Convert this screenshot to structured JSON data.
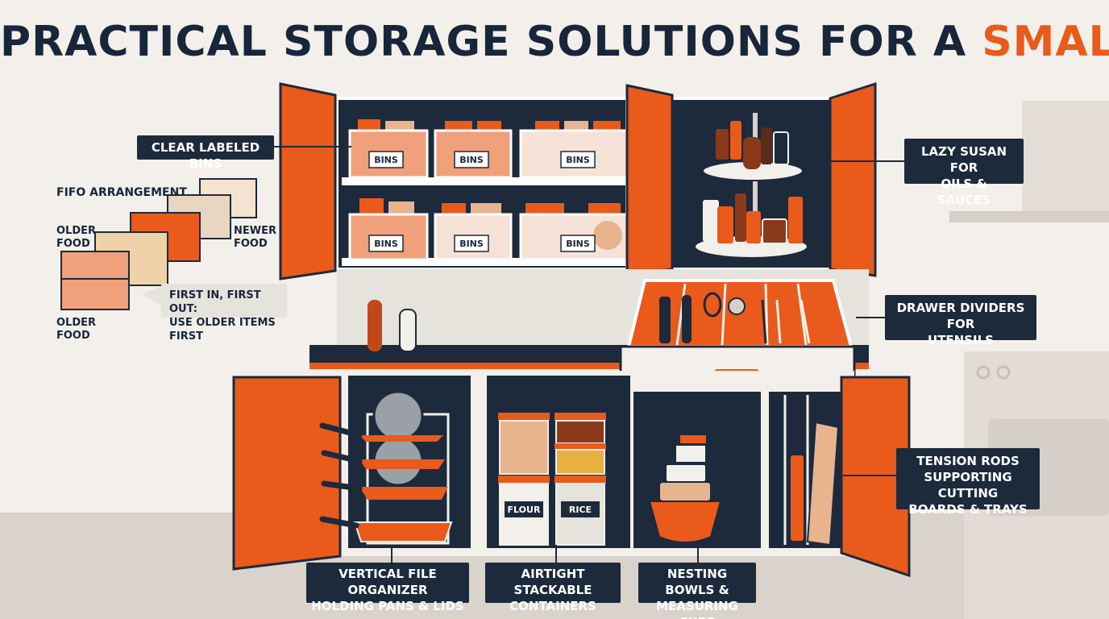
{
  "title": {
    "main": "PRACTICAL STORAGE SOLUTIONS FOR A ",
    "accent": "SMALL KITCHEN"
  },
  "callouts": {
    "clear_bins": "CLEAR LABELED BINS",
    "lazy_susan": [
      "LAZY SUSAN FOR",
      "OILS & SAUCES"
    ],
    "drawer_dividers": [
      "DRAWER DIVIDERS FOR",
      "UTENSILS"
    ],
    "tension_rods": [
      "TENSION RODS",
      "SUPPORTING CUTTING",
      "BOARDS & TRAYS"
    ],
    "file_organizer": [
      "VERTICAL FILE ORGANIZER",
      "HOLDING PANS & LIDS"
    ],
    "airtight": [
      "AIRTIGHT STACKABLE",
      "CONTAINERS"
    ],
    "nesting": [
      "NESTING BOWLS &",
      "MEASURING CUPS"
    ]
  },
  "fifo": {
    "title": "FIFO ARRANGEMENT",
    "older_top": [
      "OLDER",
      "FOOD"
    ],
    "newer": [
      "NEWER",
      "FOOD"
    ],
    "older_bottom": [
      "OLDER",
      "FOOD"
    ],
    "note": [
      "FIRST IN, FIRST OUT:",
      "USE OLDER ITEMS FIRST"
    ]
  },
  "bin_labels": [
    "BINS",
    "BINS",
    "BINS",
    "BINS",
    "BINS",
    "BINS"
  ],
  "canister_labels": [
    "FLOUR",
    "RICE"
  ],
  "colors": {
    "navy": "#1c2a3c",
    "orange": "#ea5a1b",
    "background": "#f3efea",
    "tan": "#e8b48e"
  }
}
